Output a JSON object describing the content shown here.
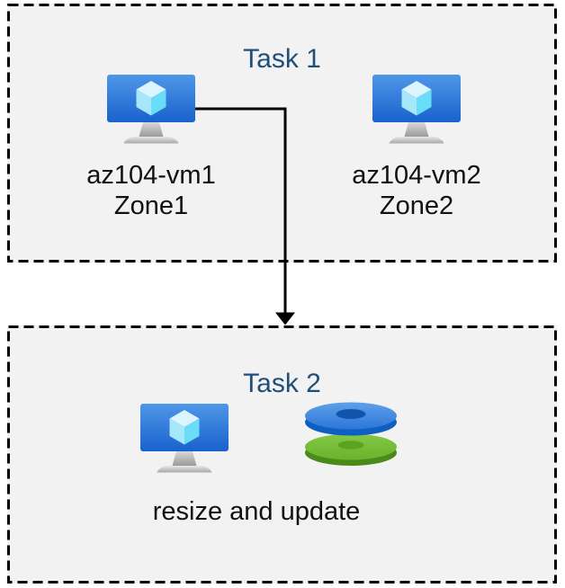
{
  "task1": {
    "title": "Task 1",
    "vms": [
      {
        "name": "az104-vm1",
        "zone": "Zone1"
      },
      {
        "name": "az104-vm2",
        "zone": "Zone2"
      }
    ]
  },
  "task2": {
    "title": "Task 2",
    "caption": "resize and update"
  },
  "colors": {
    "box_fill": "#F2F2F2",
    "box_border": "#000000",
    "title_text": "#1F4E79",
    "body_text": "#111111",
    "vm_screen_top": "#4E97E8",
    "vm_screen_bottom": "#1A62CD",
    "cube_top": "#DCF4FD",
    "cube_left": "#A6E7F9",
    "cube_right": "#69DDF8",
    "disk_blue_top": "#2C76D8",
    "disk_blue_side": "#0D60C1",
    "disk_blue_hole": "#1155AD",
    "disk_green_top": "#69B42A",
    "disk_green_side": "#4A8A1A",
    "disk_green_hole": "#5CA41F",
    "arrow": "#000000"
  }
}
